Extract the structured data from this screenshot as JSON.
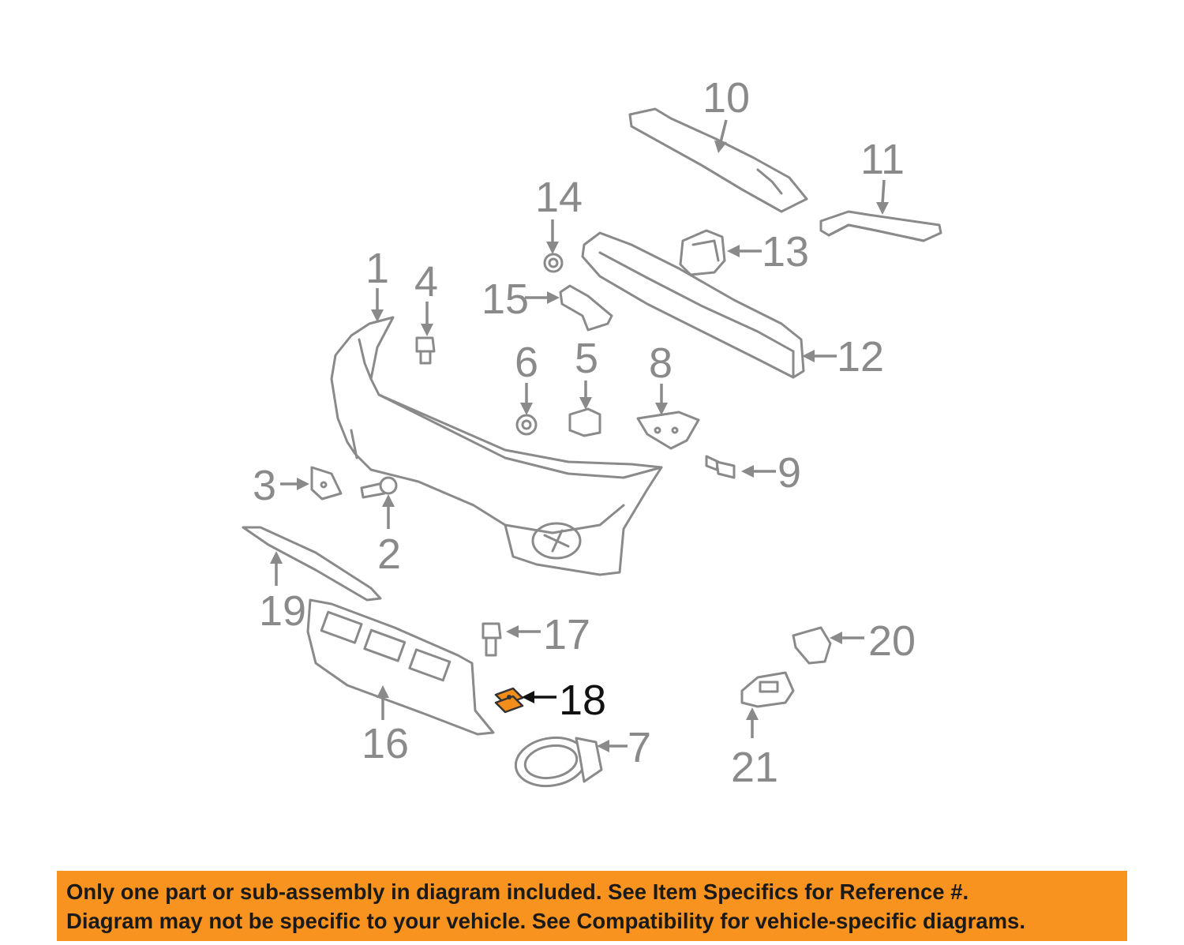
{
  "diagram": {
    "callouts": [
      "1",
      "2",
      "3",
      "4",
      "5",
      "6",
      "7",
      "8",
      "9",
      "10",
      "11",
      "12",
      "13",
      "14",
      "15",
      "16",
      "17",
      "18",
      "19",
      "20",
      "21"
    ],
    "highlighted_callout": "18",
    "highlight_color": "#f28c1a",
    "line_color": "#8a8a8a"
  },
  "notice": {
    "line1": "Only one part or sub-assembly in diagram included. See Item Specifics for Reference #.",
    "line2": "Diagram may not be specific to your vehicle. See Compatibility for vehicle-specific diagrams.",
    "background": "#f7931e"
  }
}
